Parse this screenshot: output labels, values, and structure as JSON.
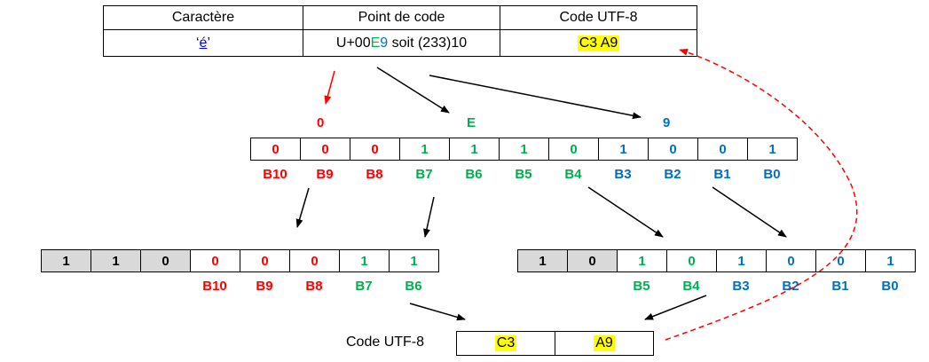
{
  "table": {
    "headers": [
      "Caractère",
      "Point de code",
      "Code UTF-8"
    ],
    "character": {
      "q1": "‘",
      "char": "é",
      "q2": "’"
    },
    "codepoint": {
      "prefix": "U+00",
      "e": "E",
      "nine": "9",
      "suffix": " soit (233)10"
    },
    "utf8": "C3 A9"
  },
  "hex_digits": {
    "d0": "0",
    "dE": "E",
    "d9": "9"
  },
  "bits": {
    "values": [
      "0",
      "0",
      "0",
      "1",
      "1",
      "1",
      "0",
      "1",
      "0",
      "0",
      "1"
    ],
    "labels": [
      "B10",
      "B9",
      "B8",
      "B7",
      "B6",
      "B5",
      "B4",
      "B3",
      "B2",
      "B1",
      "B0"
    ]
  },
  "byte1": {
    "values": [
      "1",
      "1",
      "0",
      "0",
      "0",
      "0",
      "1",
      "1"
    ],
    "labels": [
      "B10",
      "B9",
      "B8",
      "B7",
      "B6"
    ]
  },
  "byte2": {
    "values": [
      "1",
      "0",
      "1",
      "0",
      "1",
      "0",
      "0",
      "1"
    ],
    "labels": [
      "B5",
      "B4",
      "B3",
      "B2",
      "B1",
      "B0"
    ]
  },
  "result": {
    "label": "Code UTF-8",
    "b1": "C3",
    "b2": "A9"
  },
  "colors": {
    "red": "#ff0000",
    "green": "#00b050",
    "blue": "#0070c0",
    "highlight": "#ffff00",
    "gray": "#d9d9d9"
  }
}
